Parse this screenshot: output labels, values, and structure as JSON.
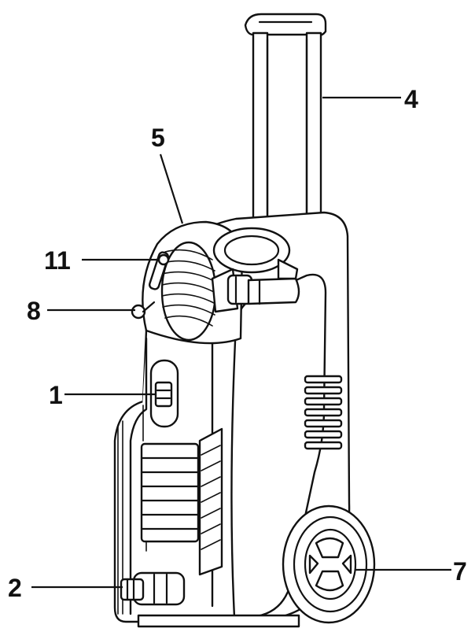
{
  "callouts": [
    {
      "id": "switch",
      "label": "1"
    },
    {
      "id": "water-inlet",
      "label": "2"
    },
    {
      "id": "telescopic-handle",
      "label": "4"
    },
    {
      "id": "hose-reel",
      "label": "5"
    },
    {
      "id": "wheel",
      "label": "7"
    },
    {
      "id": "hose-holder",
      "label": "8"
    },
    {
      "id": "reel-crank",
      "label": "11"
    }
  ],
  "colors": {
    "line": "#111111",
    "fill": "#ffffff"
  }
}
